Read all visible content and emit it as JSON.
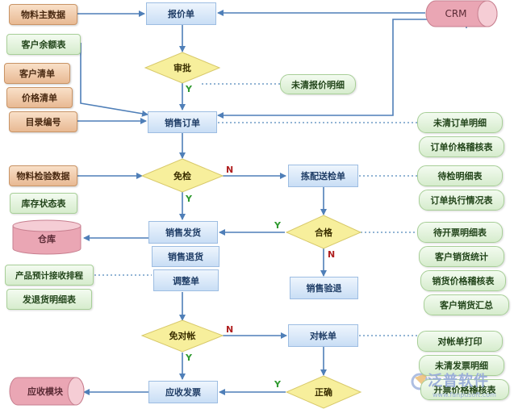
{
  "process": {
    "quotation": "报价单",
    "sales_order": "销售订单",
    "allocation_inspection": "拣配送检单",
    "sales_delivery": "销售发货",
    "sales_return": "销售退货",
    "adjustment": "调整单",
    "sales_inspection_return": "销售验退",
    "reconciliation": "对帐单",
    "receivable_invoice": "应收发票"
  },
  "decisions": {
    "approval": "审批",
    "inspection_exempt": "免检",
    "qualified": "合格",
    "reconciliation_exempt": "免对帐",
    "correct": "正确"
  },
  "sources": {
    "material_master": "物料主数据",
    "customer_balance": "客户余额表",
    "customer_list": "客户清单",
    "price_list": "价格清单",
    "catalog_code": "目录编号",
    "material_inspection": "物料检验数据",
    "inventory_status": "库存状态表",
    "product_forecast": "产品预计接收排程",
    "delivery_return_detail": "发退货明细表"
  },
  "systems": {
    "crm": "CRM",
    "warehouse": "仓库",
    "ar_module": "应收模块"
  },
  "reports": {
    "unclosed_quote_detail": "未清报价明细",
    "unclosed_order_detail": "未清订单明细",
    "order_price_audit": "订单价格稽核表",
    "pending_inspection_detail": "待检明细表",
    "order_execution": "订单执行情况表",
    "pending_invoice_detail": "待开票明细表",
    "customer_sales_stats": "客户销货统计",
    "sales_price_audit": "销货价格稽核表",
    "customer_sales_summary": "客户销货汇总",
    "statement_print": "对帐单打印",
    "unclosed_invoice_detail": "未清发票明细",
    "invoice_price_audit": "开票价格稽核表"
  },
  "edge_labels": {
    "yes": "Y",
    "no": "N"
  },
  "watermark": {
    "brand": "泛普软件",
    "url": "www.fanpusoft.com"
  },
  "colors": {
    "process_fill": "#c9def5",
    "decision_fill": "#f7ef9c",
    "source_fill": "#e8b993",
    "report_fill": "#d6eccd",
    "cylinder_fill": "#eaa6b4",
    "arrow": "#4f7fb8",
    "dotted": "#6f9cc6",
    "yes_label": "#2f9a2f",
    "no_label": "#b02020"
  }
}
